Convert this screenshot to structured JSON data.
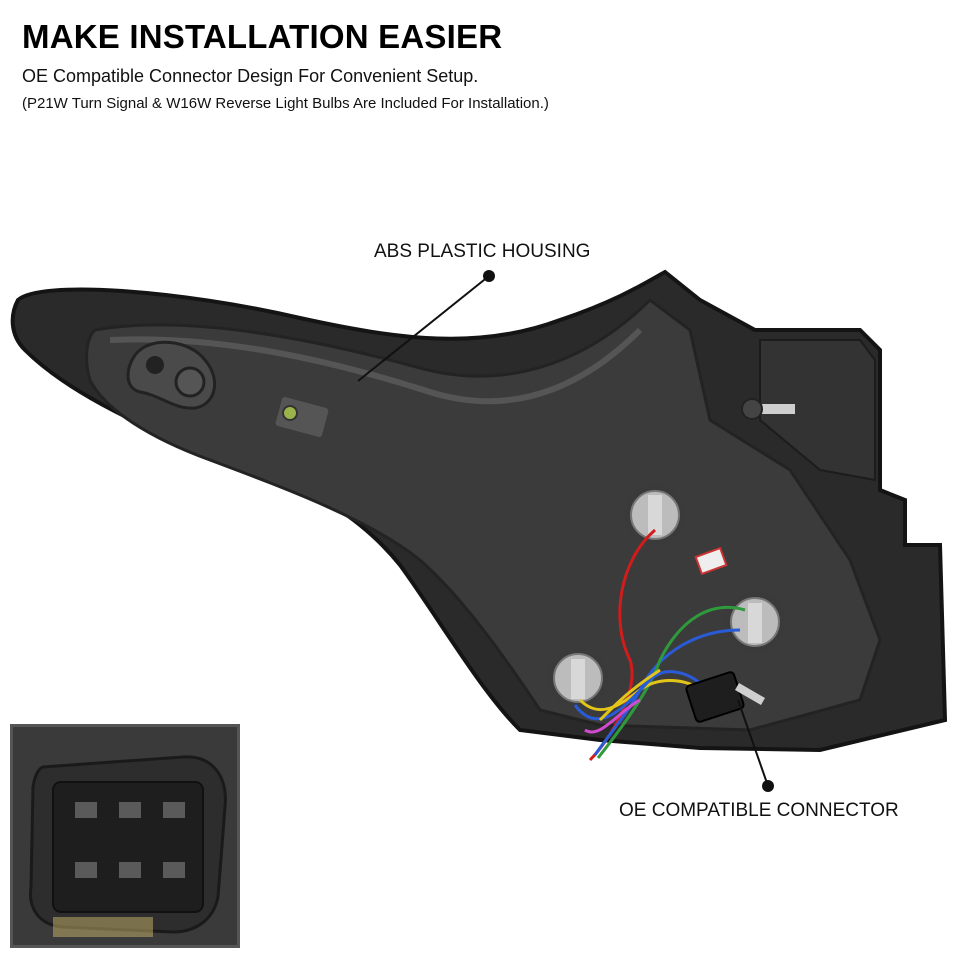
{
  "header": {
    "title": "MAKE INSTALLATION EASIER",
    "subtitle": "OE Compatible Connector Design For Convenient Setup.",
    "note": "(P21W Turn Signal & W16W Reverse Light Bulbs Are Included For Installation.)"
  },
  "callouts": {
    "housing": "ABS PLASTIC HOUSING",
    "connector": "OE COMPATIBLE CONNECTOR"
  },
  "colors": {
    "housing": "#2a2a2a",
    "housing_edge": "#141414",
    "bulb_socket": "#bcbcbc",
    "wire_red": "#d21c1c",
    "wire_blue": "#2a5bd6",
    "wire_yellow": "#e3c51a",
    "wire_green": "#2f9a3c"
  },
  "icons": [
    "bulb-socket",
    "connector-plug",
    "mounting-stud"
  ]
}
